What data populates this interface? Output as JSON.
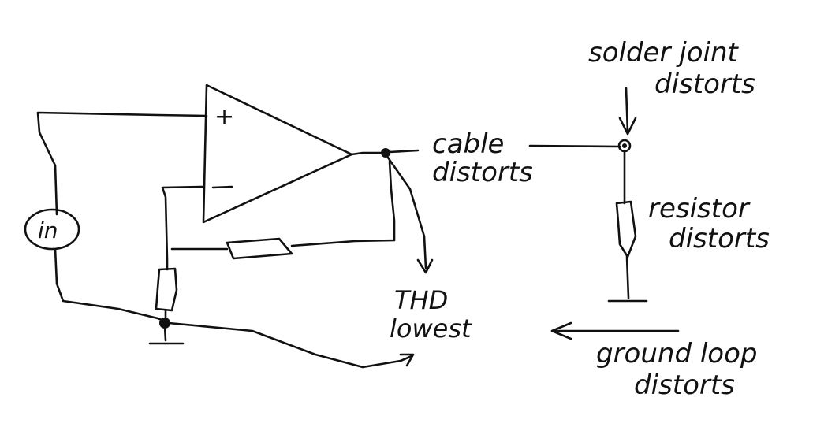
{
  "diagram": {
    "opamp": {
      "plus_label": "+",
      "minus_label": "−"
    },
    "source_label": "in",
    "annotations": {
      "cable": [
        "cable",
        "distorts"
      ],
      "solder": [
        "solder joint",
        "distorts"
      ],
      "resistor": [
        "resistor",
        "distorts"
      ],
      "thd": [
        "THD",
        "lowest"
      ],
      "ground": [
        "ground loop",
        "distorts"
      ]
    },
    "colors": {
      "ink": "#111111",
      "paper": "#ffffff"
    }
  }
}
